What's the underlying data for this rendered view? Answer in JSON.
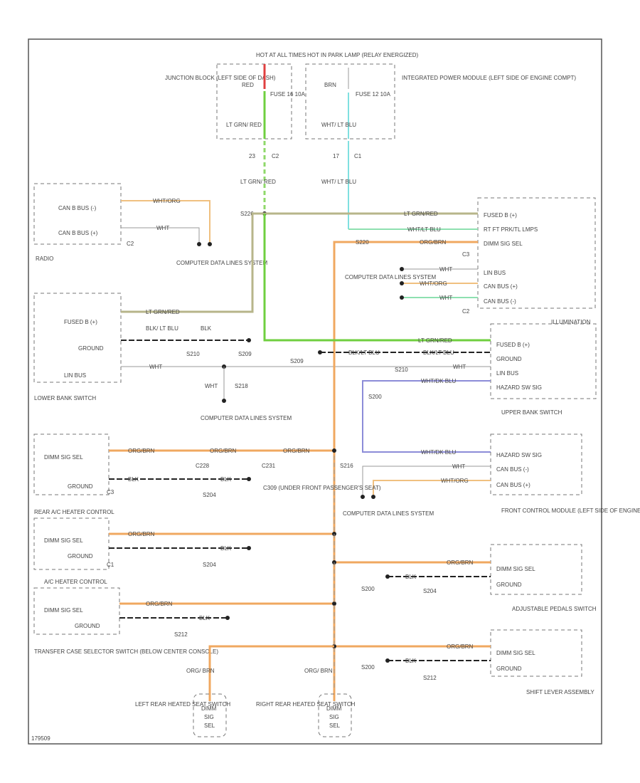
{
  "labels": {
    "hot_at_all_times": "HOT AT ALL TIMES",
    "hot_in_park_lamp": "HOT IN PARK LAMP (RELAY ENERGIZED)",
    "junction_block": "JUNCTION BLOCK (LEFT SIDE OF DASH)",
    "integrated_power_module": "INTEGRATED POWER MODULE (LEFT SIDE OF ENGINE COMPT)",
    "fuse_16": "FUSE 16 10A",
    "fuse_12": "FUSE 12 10A",
    "red": "RED",
    "lt_grn_red": "LT GRN/ RED",
    "brn": "BRN",
    "wht_lt_blu": "WHT/ LT BLU",
    "c2": "C2",
    "c1": "C1",
    "n23": "23",
    "n17": "17",
    "radio": "RADIO",
    "can_b_bus_minus": "CAN B BUS (-)",
    "can_b_bus_plus": "CAN B BUS (+)",
    "wht_org": "WHT/ORG",
    "wht": "WHT",
    "computer_data_lines": "COMPUTER DATA LINES SYSTEM",
    "s226": "S226",
    "fused_b_plus": "FUSED B (+)",
    "ground": "GROUND",
    "lin_bus": "LIN BUS",
    "lt_grn_red_short": "LT GRN/RED",
    "blk_lt_blu": "BLK/ LT BLU",
    "blk": "BLK",
    "s210": "S210",
    "s209": "S209",
    "s218": "S218",
    "lower_bank_switch": "LOWER BANK SWITCH",
    "fused_b_ft_park": "FUSED B (+)",
    "rt_ft_park_lamps": "RT FT PRK/TL LMPS",
    "dimm_sig_sel": "DIMM SIG SEL",
    "org_brn": "ORG/BRN",
    "wht_lt_blu_short": "WHT/LT BLU",
    "lin_bus_2": "LIN BUS",
    "can_bus_plus": "CAN BUS (+)",
    "can_bus_minus": "CAN BUS (-)",
    "c3": "C3",
    "upper_bank_switch": "UPPER BANK SWITCH",
    "blk_lt_blu_short": "BLK/LT BLU",
    "hazard_sw_sig": "HAZARD SW SIG",
    "wht_dk_blu": "WHT/DK BLU",
    "s220": "S220",
    "c228": "C228",
    "c231": "C231",
    "s216": "S216",
    "c309": "C309 (UNDER FRONT PASSENGER'S SEAT)",
    "s204": "S204",
    "rear_ac_heater": "REAR A/C HEATER CONTROL",
    "front_control_module": "FRONT CONTROL MODULE (LEFT SIDE OF ENGINE COMPT)",
    "ac_heater_control": "A/C HEATER CONTROL",
    "adjustable_pedals": "ADJUSTABLE PEDALS SWITCH",
    "transfer_case": "TRANSFER CASE SELECTOR SWITCH (BELOW CENTER CONSOLE)",
    "shift_lever": "SHIFT LEVER ASSEMBLY",
    "left_rear_heated_seat": "LEFT REAR HEATED SEAT SWITCH",
    "right_rear_heated_seat": "RIGHT REAR HEATED SEAT SWITCH",
    "org_brn_split": "ORG/ BRN",
    "dimm": "DIMM",
    "sig": "SIG",
    "sel": "SEL",
    "s212": "S212",
    "s200": "S200",
    "illumination": "ILLUMINATION",
    "figure_id": "179509"
  },
  "colors": {
    "orange": "#f0a860",
    "light_green": "#b7b58a",
    "green": "#6fcf3f",
    "light_blue": "#7fe0e0",
    "black": "#222222",
    "violet": "#8c8cd8",
    "red": "#e04040"
  }
}
